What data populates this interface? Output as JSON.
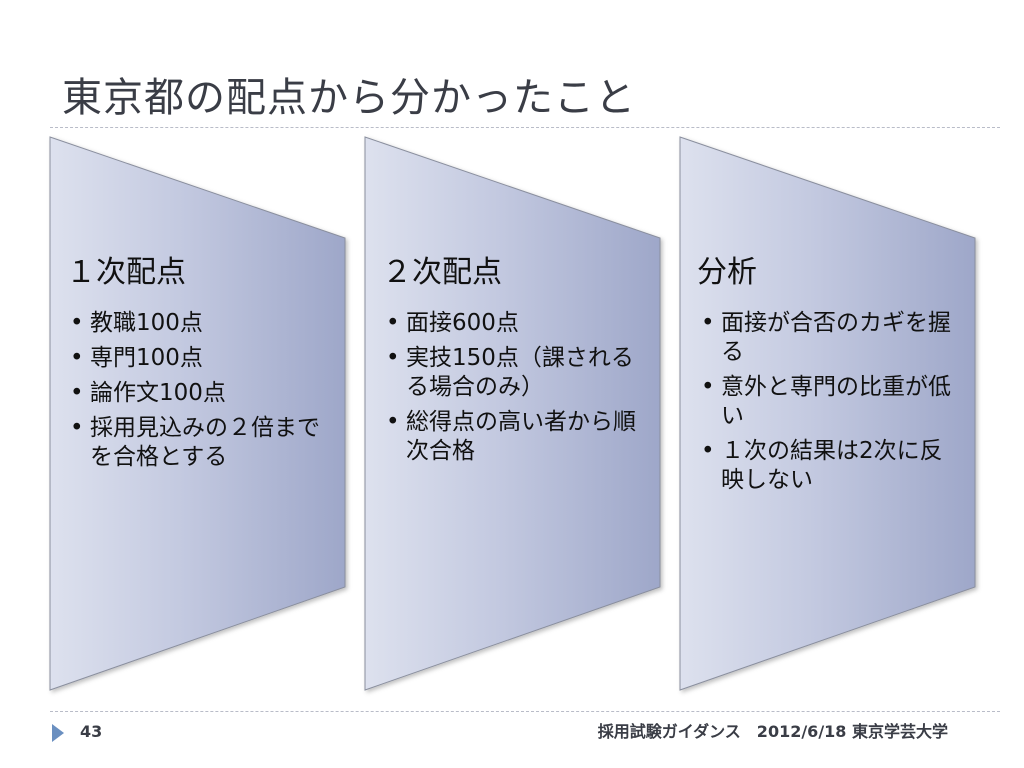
{
  "title": "東京都の配点から分かったこと",
  "panels": [
    {
      "heading": "１次配点",
      "items": [
        "教職100点",
        "専門100点",
        "論作文100点",
        "採用見込みの２倍までを合格とする"
      ]
    },
    {
      "heading": "２次配点",
      "items": [
        "面接600点",
        "実技150点（課されるる場合のみ）",
        "総得点の高い者から順次合格"
      ]
    },
    {
      "heading": "分析",
      "items": [
        "面接が合否のカギを握る",
        "意外と専門の比重が低い",
        "１次の結果は2次に反映しない"
      ]
    }
  ],
  "footer": {
    "page_number": "43",
    "text": "採用試験ガイダンス　2012/6/18  東京学芸大学"
  },
  "colors": {
    "panel_light": "#dde1ee",
    "panel_dark": "#9aa3c6",
    "panel_edge": "#8a8f9e",
    "accent": "#6a8fc0"
  }
}
